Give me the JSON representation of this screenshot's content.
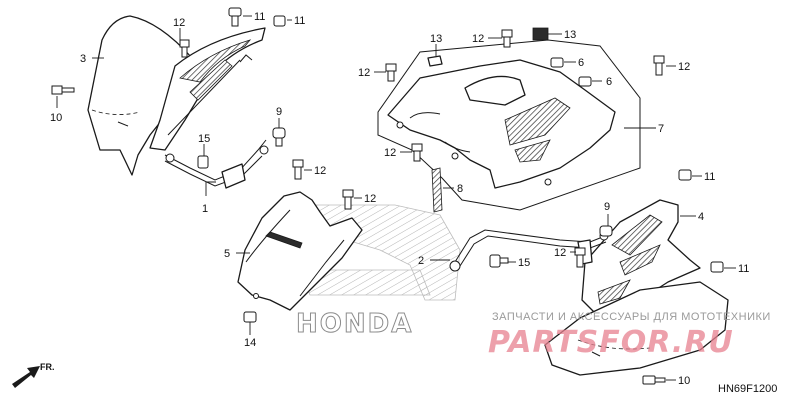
{
  "brand_logo": {
    "text": "HONDA"
  },
  "diagram_code": "HN69F1200",
  "direction_label": "FR.",
  "watermark": {
    "caption": "ЗАПЧАСТИ И АКСЕССУАРЫ ДЛЯ МОТОТЕХНИКИ",
    "brand": "PARTSFOR.RU"
  },
  "callouts": [
    {
      "id": "c3a",
      "number": "3"
    },
    {
      "id": "c12a",
      "number": "12"
    },
    {
      "id": "c11a",
      "number": "11"
    },
    {
      "id": "c11b",
      "number": "11"
    },
    {
      "id": "c10a",
      "number": "10"
    },
    {
      "id": "c15a",
      "number": "15"
    },
    {
      "id": "c9a",
      "number": "9"
    },
    {
      "id": "c1",
      "number": "1"
    },
    {
      "id": "c12b",
      "number": "12"
    },
    {
      "id": "c12c",
      "number": "12"
    },
    {
      "id": "c5",
      "number": "5"
    },
    {
      "id": "c14",
      "number": "14"
    },
    {
      "id": "c13a",
      "number": "13"
    },
    {
      "id": "c12d",
      "number": "12"
    },
    {
      "id": "c13b",
      "number": "13"
    },
    {
      "id": "c12e",
      "number": "12"
    },
    {
      "id": "c6a",
      "number": "6"
    },
    {
      "id": "c6b",
      "number": "6"
    },
    {
      "id": "c12f",
      "number": "12"
    },
    {
      "id": "c7",
      "number": "7"
    },
    {
      "id": "c12g",
      "number": "12"
    },
    {
      "id": "c8",
      "number": "8"
    },
    {
      "id": "c11c",
      "number": "11"
    },
    {
      "id": "c9b",
      "number": "9"
    },
    {
      "id": "c4",
      "number": "4"
    },
    {
      "id": "c2",
      "number": "2"
    },
    {
      "id": "c15b",
      "number": "15"
    },
    {
      "id": "c12h",
      "number": "12"
    },
    {
      "id": "c11d",
      "number": "11"
    },
    {
      "id": "c10b",
      "number": "10"
    }
  ]
}
